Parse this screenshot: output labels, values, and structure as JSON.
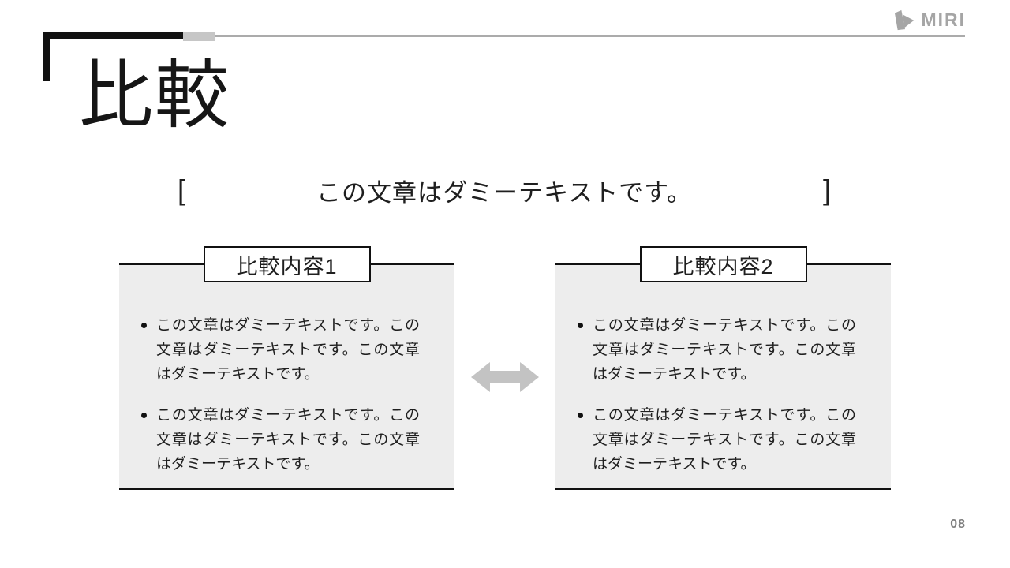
{
  "slide": {
    "title": "比較",
    "page_number": "08"
  },
  "logo": {
    "text": "MIRI",
    "icon": "miri-wave-mark"
  },
  "subtitle": {
    "open_bracket": "[",
    "text": "この文章はダミーテキストです。",
    "close_bracket": "]"
  },
  "panels": [
    {
      "header": "比較内容1",
      "bullets": [
        "この文章はダミーテキストです。この文章はダミーテキストです。この文章はダミーテキストです。",
        "この文章はダミーテキストです。この文章はダミーテキストです。この文章はダミーテキストです。"
      ]
    },
    {
      "header": "比較内容2",
      "bullets": [
        "この文章はダミーテキストです。この文章はダミーテキストです。この文章はダミーテキストです。",
        "この文章はダミーテキストです。この文章はダミーテキストです。この文章はダミーテキストです。"
      ]
    }
  ],
  "arrow": {
    "icon": "left-right-arrow"
  },
  "colors": {
    "title_text": "#161616",
    "body_text": "#1f1f1f",
    "panel_bg": "#ededed",
    "panel_border": "#111111",
    "header_bg": "#ffffff",
    "arrow_gray": "#c3c3c3",
    "logo_gray": "#a5a5a5",
    "deco_black": "#111111",
    "deco_gray_block": "#c6c6c6",
    "deco_line": "#ababab",
    "page_number_gray": "#7f7f7f"
  }
}
